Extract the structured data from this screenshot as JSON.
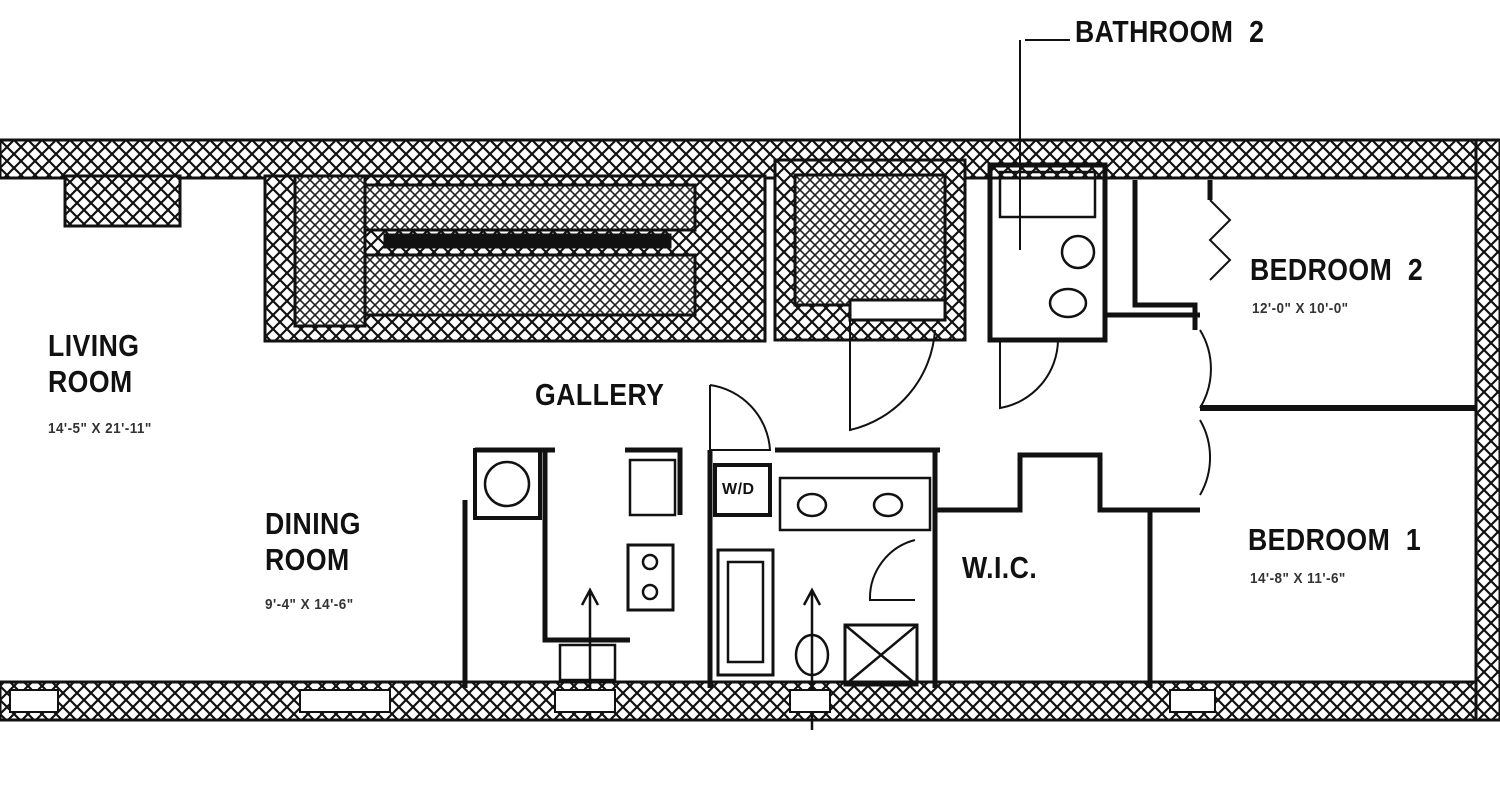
{
  "floor_plan": {
    "rooms": {
      "living_room": {
        "name_line1": "LIVING",
        "name_line2": "ROOM",
        "dimensions": "14'-5\" X 21'-11\""
      },
      "dining_room": {
        "name_line1": "DINING",
        "name_line2": "ROOM",
        "dimensions": "9'-4\" X 14'-6\""
      },
      "gallery": {
        "name": "GALLERY"
      },
      "bathroom_2": {
        "name": "BATHROOM  2"
      },
      "bedroom_2": {
        "name": "BEDROOM  2",
        "dimensions": "12'-0\" X 10'-0\""
      },
      "bedroom_1": {
        "name": "BEDROOM  1",
        "dimensions": "14'-8\" X 11'-6\""
      },
      "wic": {
        "name": "W.I.C."
      },
      "washer_dryer": {
        "name": "W/D"
      }
    },
    "colors": {
      "ink": "#111111",
      "paper": "#ffffff"
    }
  }
}
